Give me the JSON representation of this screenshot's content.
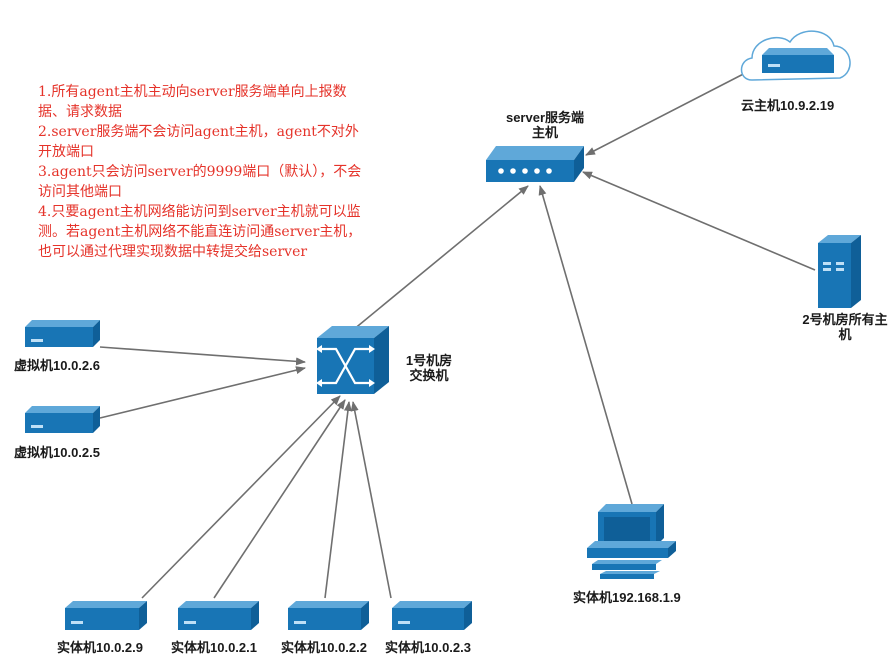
{
  "notes": [
    "1.所有agent主机主动向server服务端单向上报数",
    "据、请求数据",
    "2.server服务端不会访问agent主机，agent不对外",
    "开放端口",
    "3.agent只会访问server的9999端口（默认），不会",
    "访问其他端口",
    "4.只要agent主机网络能访问到server主机就可以监",
    "测。若agent主机网络不能直连访问通server主机，",
    "也可以通过代理实现数据中转提交给server"
  ],
  "nodes": {
    "server": {
      "label_line1": "server服务端",
      "label_line2": "主机"
    },
    "cloud": {
      "label": "云主机10.9.2.19"
    },
    "room2": {
      "label_line1": "2号机房所有主",
      "label_line2": "机"
    },
    "switch": {
      "label_line1": "1号机房",
      "label_line2": "交换机"
    },
    "vm1": {
      "label": "虚拟机10.0.2.6"
    },
    "vm2": {
      "label": "虚拟机10.0.2.5"
    },
    "pc": {
      "label": "实体机192.168.1.9"
    },
    "host1": {
      "label": "实体机10.0.2.9"
    },
    "host2": {
      "label": "实体机10.0.2.1"
    },
    "host3": {
      "label": "实体机10.0.2.2"
    },
    "host4": {
      "label": "实体机10.0.2.3"
    }
  },
  "colors": {
    "device_dark": "#0f5f98",
    "device_mid": "#1875b5",
    "device_light": "#5fa8d9",
    "edge": "#6f6f6f",
    "notes_text": "#e5332a"
  }
}
